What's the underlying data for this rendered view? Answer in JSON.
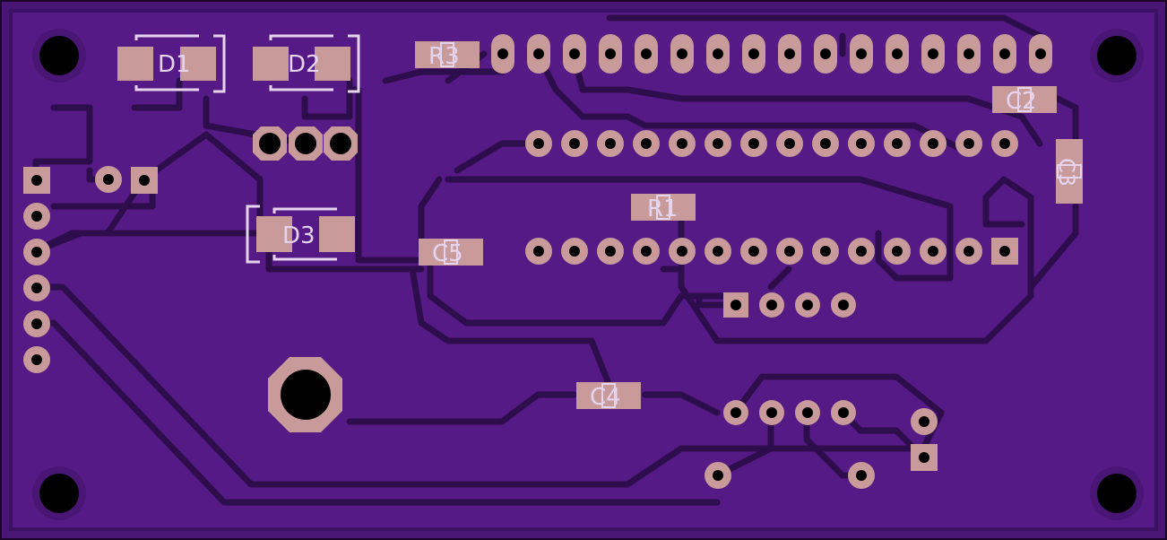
{
  "colors": {
    "board": "#4a1676",
    "pour": "#551a85",
    "pour_edge": "#3c1063",
    "trace": "#2e0d4d",
    "copper": "#c89a9a",
    "silk": "#e6d4ee",
    "hole": "#000000",
    "outline": "#1a0428"
  },
  "pcb": {
    "refdes": {
      "d1": "D1",
      "d2": "D2",
      "d3": "D3",
      "r1": "R1",
      "r3": "R3",
      "c2": "C2",
      "c3": "C3",
      "c4": "C4",
      "c5": "C5"
    }
  }
}
